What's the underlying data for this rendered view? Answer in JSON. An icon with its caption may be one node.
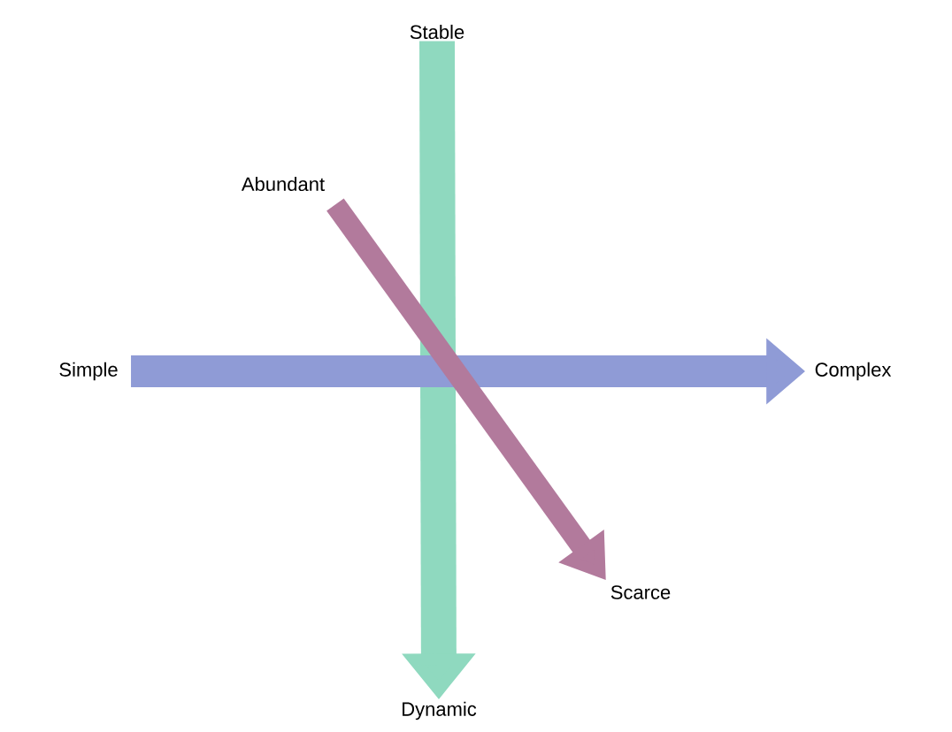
{
  "diagram": {
    "nodes": [
      {
        "text": [
          "Stable"
        ]
      },
      {
        "text": [
          "Abundant"
        ]
      },
      {
        "text": [
          "Simple"
        ]
      },
      {
        "text": [
          "Complex"
        ]
      },
      {
        "text": [
          "Scarce"
        ]
      },
      {
        "text": [
          "Dynamic"
        ]
      }
    ],
    "edges": [
      {
        "from": 0,
        "to": 5,
        "arrow": "to",
        "color": "#8fd9bf"
      },
      {
        "from": 2,
        "to": 3,
        "arrow": "to",
        "color": "#8f9bd6"
      },
      {
        "from": 1,
        "to": 4,
        "arrow": "to",
        "color": "#b27a9c"
      }
    ]
  }
}
